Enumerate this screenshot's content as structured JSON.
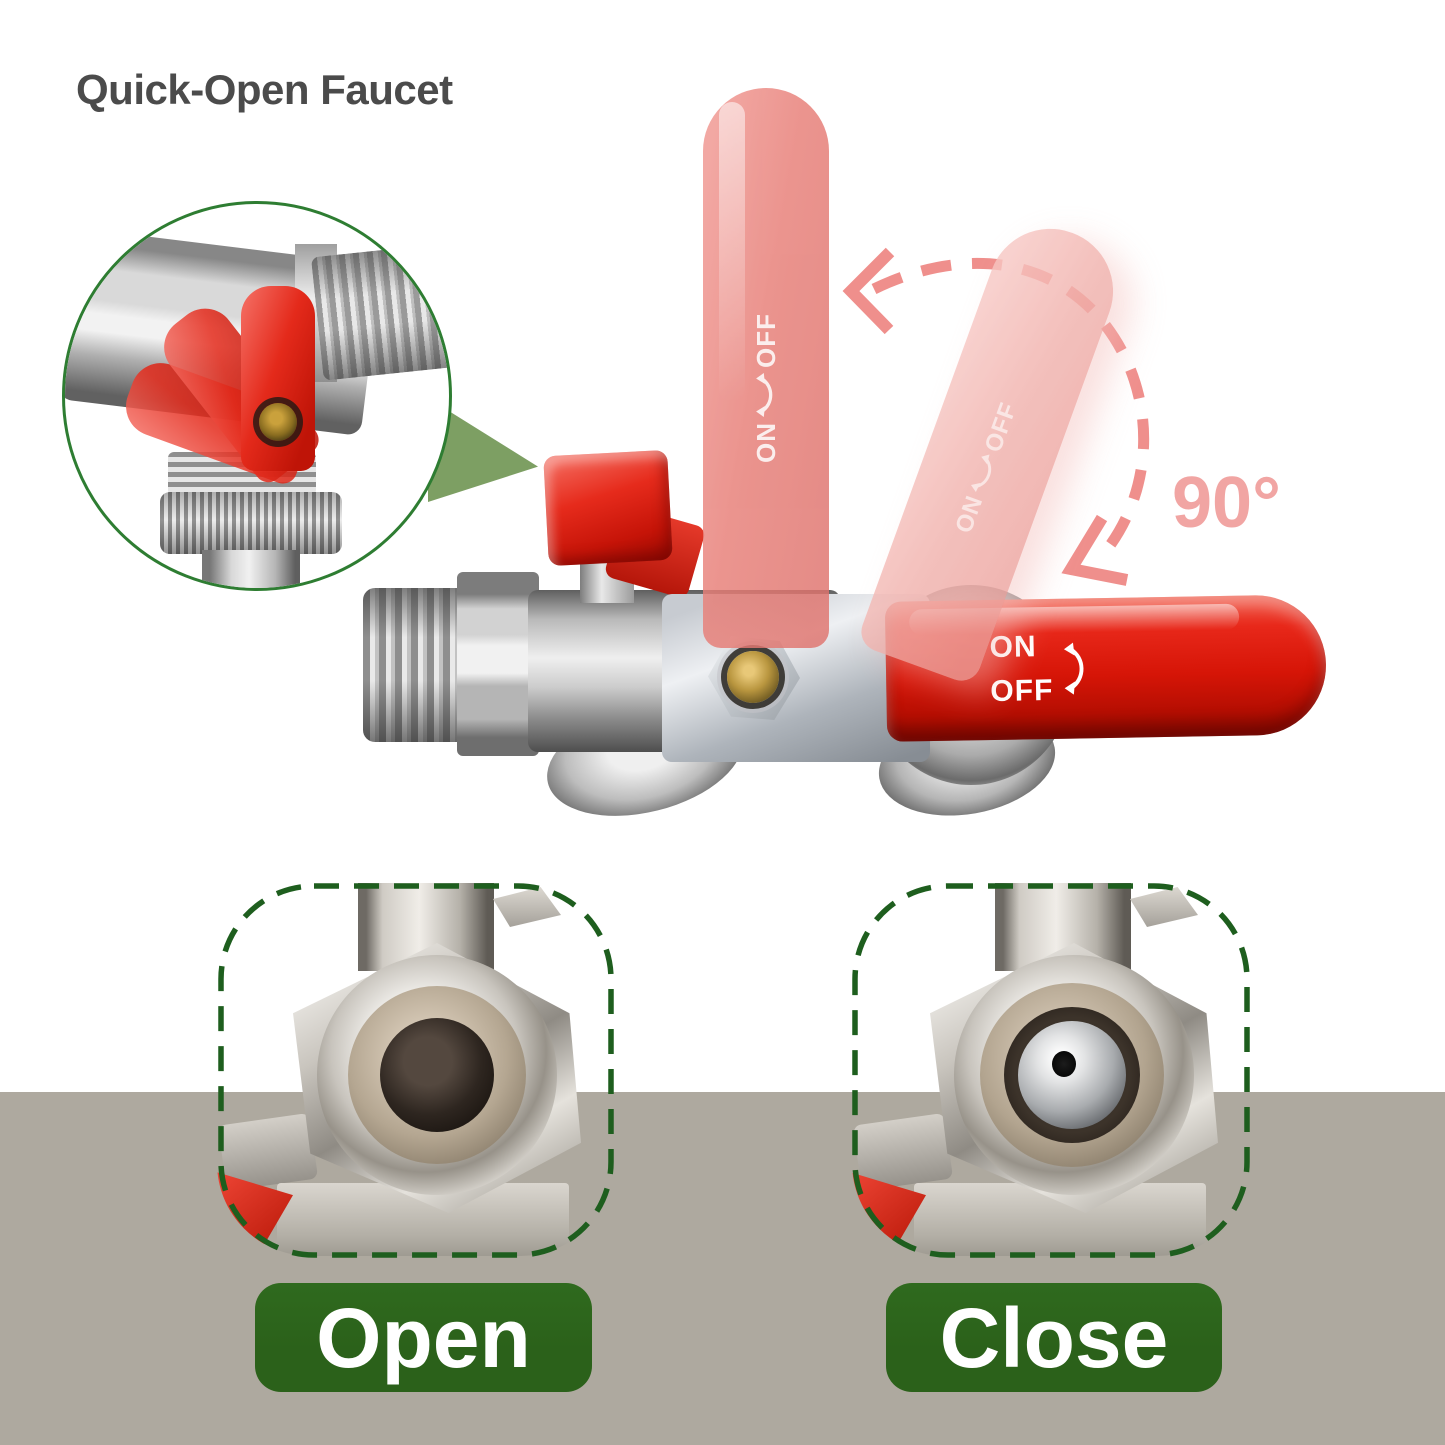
{
  "title": "Quick-Open Faucet",
  "rotation": {
    "angle_label": "90°"
  },
  "handle_labels": {
    "on": "ON",
    "off": "OFF"
  },
  "states": {
    "open": {
      "label": "Open"
    },
    "close": {
      "label": "Close"
    }
  },
  "icons": [
    "rotate-on-off-arrow-icon",
    "rotation-arc-dashed-icon",
    "pointer-triangle-icon"
  ],
  "colors": {
    "accent_red": "#e0261c",
    "ghost_salmon": "#e8837e",
    "ghost_pink": "#f2b3ae",
    "annotation_pink": "#ef8f8c",
    "degree_pink": "#f1a5a3",
    "title_gray": "#4b4b4b",
    "button_green": "#2b611a",
    "frame_green": "#1e5e1e",
    "circle_green": "#2e7d32",
    "pointer_green": "#7d9f63",
    "band_gray": "#aea99f"
  }
}
